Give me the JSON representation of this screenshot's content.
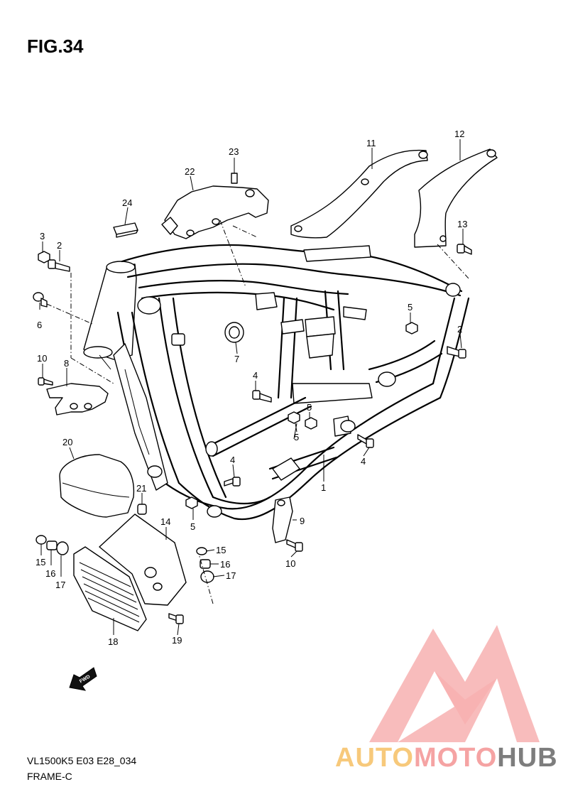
{
  "figure": {
    "title": "FIG.34",
    "model_code": "VL1500K5 E03 E28_034",
    "section_name": "FRAME-C"
  },
  "fwd_label": "FWD",
  "watermark": {
    "part1": "AUTO",
    "part2": "MOTO",
    "part3": "HUB",
    "colors": {
      "auto": "#f7c97b",
      "moto": "#f5a3a3",
      "hub": "#7d7d7d",
      "logo": "#f4a0a0"
    }
  },
  "callouts": [
    {
      "id": "c1",
      "label": "1"
    },
    {
      "id": "c2a",
      "label": "2"
    },
    {
      "id": "c2b",
      "label": "2"
    },
    {
      "id": "c3",
      "label": "3"
    },
    {
      "id": "c4a",
      "label": "4"
    },
    {
      "id": "c4b",
      "label": "4"
    },
    {
      "id": "c4c",
      "label": "4"
    },
    {
      "id": "c5a",
      "label": "5"
    },
    {
      "id": "c5b",
      "label": "5"
    },
    {
      "id": "c5c",
      "label": "5"
    },
    {
      "id": "c5d",
      "label": "5"
    },
    {
      "id": "c6",
      "label": "6"
    },
    {
      "id": "c7",
      "label": "7"
    },
    {
      "id": "c8",
      "label": "8"
    },
    {
      "id": "c9",
      "label": "9"
    },
    {
      "id": "c10a",
      "label": "10"
    },
    {
      "id": "c10b",
      "label": "10"
    },
    {
      "id": "c11",
      "label": "11"
    },
    {
      "id": "c12",
      "label": "12"
    },
    {
      "id": "c13",
      "label": "13"
    },
    {
      "id": "c14",
      "label": "14"
    },
    {
      "id": "c15a",
      "label": "15"
    },
    {
      "id": "c15b",
      "label": "15"
    },
    {
      "id": "c16a",
      "label": "16"
    },
    {
      "id": "c16b",
      "label": "16"
    },
    {
      "id": "c17a",
      "label": "17"
    },
    {
      "id": "c17b",
      "label": "17"
    },
    {
      "id": "c18",
      "label": "18"
    },
    {
      "id": "c19",
      "label": "19"
    },
    {
      "id": "c20",
      "label": "20"
    },
    {
      "id": "c21",
      "label": "21"
    },
    {
      "id": "c22",
      "label": "22"
    },
    {
      "id": "c23",
      "label": "23"
    },
    {
      "id": "c24",
      "label": "24"
    }
  ]
}
